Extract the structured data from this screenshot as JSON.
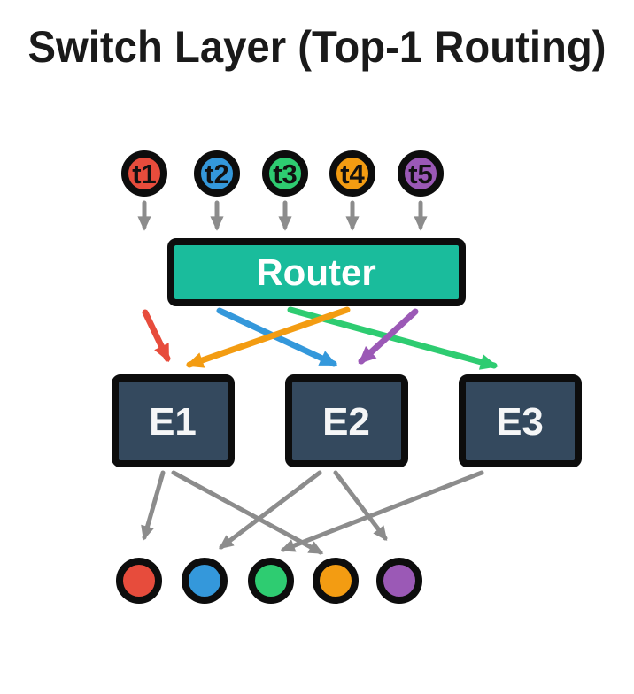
{
  "title": "Switch Layer (Top-1 Routing)",
  "colors": {
    "red": "#e74c3c",
    "blue": "#3498db",
    "green": "#2ecc71",
    "orange": "#f39c12",
    "purple": "#9b59b6",
    "teal": "#1abc9c",
    "slate": "#34495e",
    "gray": "#8c8c8c"
  },
  "diagram": {
    "tokens": [
      {
        "id": "t1",
        "label": "t1",
        "color": "#e74c3c"
      },
      {
        "id": "t2",
        "label": "t2",
        "color": "#3498db"
      },
      {
        "id": "t3",
        "label": "t3",
        "color": "#2ecc71"
      },
      {
        "id": "t4",
        "label": "t4",
        "color": "#f39c12"
      },
      {
        "id": "t5",
        "label": "t5",
        "color": "#9b59b6"
      }
    ],
    "router": {
      "label": "Router",
      "fill": "#1abc9c"
    },
    "experts": [
      {
        "id": "E1",
        "label": "E1",
        "fill": "#34495e"
      },
      {
        "id": "E2",
        "label": "E2",
        "fill": "#34495e"
      },
      {
        "id": "E3",
        "label": "E3",
        "fill": "#34495e"
      }
    ],
    "routing_arrows": [
      {
        "token": "t1",
        "expert": "E1",
        "color": "#e74c3c"
      },
      {
        "token": "t2",
        "expert": "E2",
        "color": "#3498db"
      },
      {
        "token": "t3",
        "expert": "E3",
        "color": "#2ecc71"
      },
      {
        "token": "t4",
        "expert": "E1",
        "color": "#f39c12"
      },
      {
        "token": "t5",
        "expert": "E2",
        "color": "#9b59b6"
      }
    ],
    "output_arrows": [
      {
        "expert": "E1",
        "output": "t1-red"
      },
      {
        "expert": "E1",
        "output": "t4-orange"
      },
      {
        "expert": "E2",
        "output": "t2-blue"
      },
      {
        "expert": "E2",
        "output": "t5-purple"
      },
      {
        "expert": "E3",
        "output": "t3-green"
      }
    ],
    "outputs": [
      {
        "id": "out-t1",
        "color": "#e74c3c"
      },
      {
        "id": "out-t2",
        "color": "#3498db"
      },
      {
        "id": "out-t3",
        "color": "#2ecc71"
      },
      {
        "id": "out-t4",
        "color": "#f39c12"
      },
      {
        "id": "out-t5",
        "color": "#9b59b6"
      }
    ]
  }
}
